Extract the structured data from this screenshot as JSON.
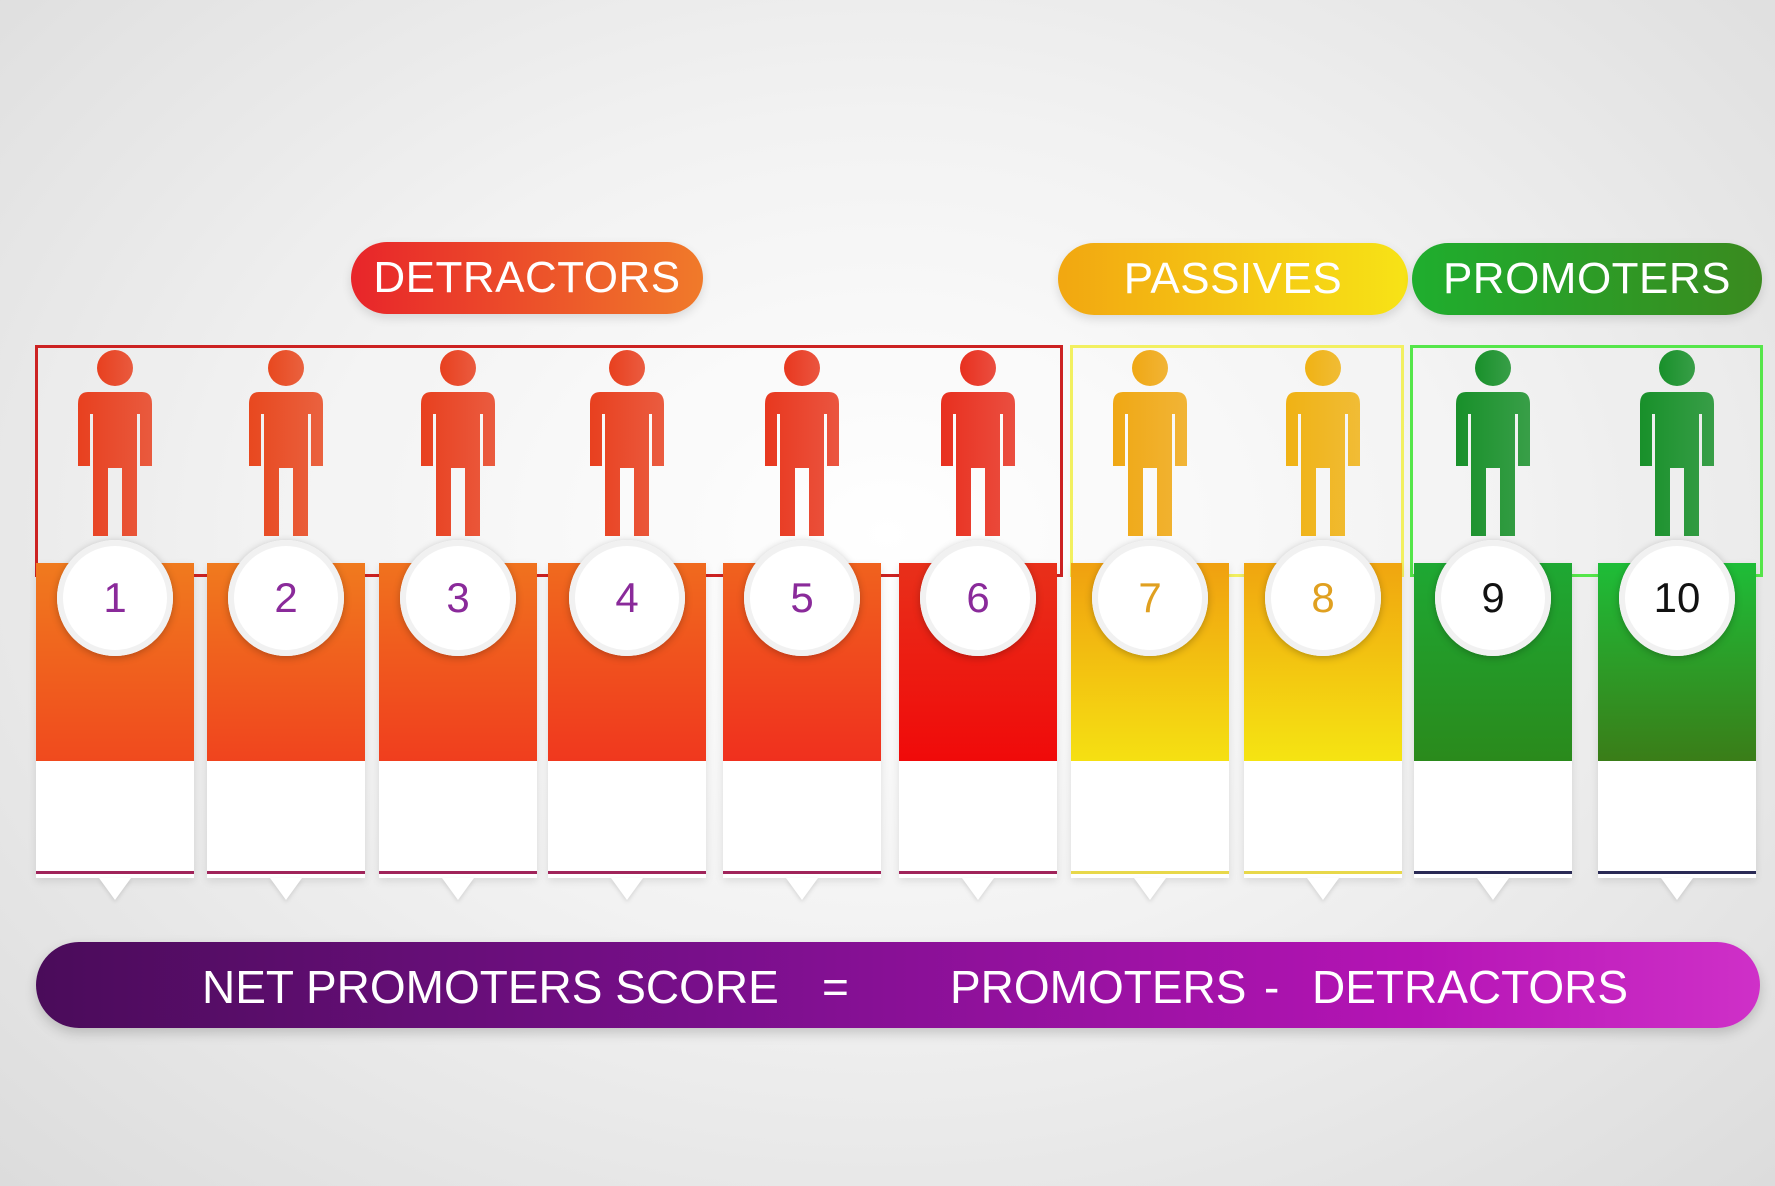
{
  "categories": {
    "detractors": {
      "label": "DETRACTORS",
      "color_from": "#e8252a",
      "color_to": "#f07a2a",
      "box_color": "#cc2222"
    },
    "passives": {
      "label": "PASSIVES",
      "color_from": "#f2a711",
      "color_to": "#f7e316",
      "box_color": "#f2f060"
    },
    "promoters": {
      "label": "PROMOTERS",
      "color_from": "#1fae2e",
      "color_to": "#3a8a1f",
      "box_color": "#55e64a"
    }
  },
  "scores": [
    {
      "value": "1",
      "group": "detractors",
      "person_color": "#e8401f",
      "num_color": "#8a2a9a",
      "fill_top": "#f07a1e",
      "fill_bottom": "#f04a1e"
    },
    {
      "value": "2",
      "group": "detractors",
      "person_color": "#e8481f",
      "num_color": "#8a2a9a",
      "fill_top": "#f07a1e",
      "fill_bottom": "#f0441e"
    },
    {
      "value": "3",
      "group": "detractors",
      "person_color": "#e8401f",
      "num_color": "#8a2a9a",
      "fill_top": "#f0721e",
      "fill_bottom": "#f03e1e"
    },
    {
      "value": "4",
      "group": "detractors",
      "person_color": "#e8401f",
      "num_color": "#8a2a9a",
      "fill_top": "#f06a1e",
      "fill_bottom": "#f0381e"
    },
    {
      "value": "5",
      "group": "detractors",
      "person_color": "#e8381f",
      "num_color": "#8a2a9a",
      "fill_top": "#f0621e",
      "fill_bottom": "#f0301e"
    },
    {
      "value": "6",
      "group": "detractors",
      "person_color": "#e8301f",
      "num_color": "#8a2a9a",
      "fill_top": "#e8301a",
      "fill_bottom": "#f00a0a"
    },
    {
      "value": "7",
      "group": "passives",
      "person_color": "#f0a814",
      "num_color": "#e0a020",
      "fill_top": "#f0a010",
      "fill_bottom": "#f5e012"
    },
    {
      "value": "8",
      "group": "passives",
      "person_color": "#f0b214",
      "num_color": "#e0a020",
      "fill_top": "#f0a510",
      "fill_bottom": "#f5e412"
    },
    {
      "value": "9",
      "group": "promoters",
      "person_color": "#18902a",
      "num_color": "#111111",
      "fill_top": "#1ea833",
      "fill_bottom": "#2a8a1c"
    },
    {
      "value": "10",
      "group": "promoters",
      "person_color": "#18902a",
      "num_color": "#111111",
      "fill_top": "#1ebd38",
      "fill_bottom": "#3a7d18"
    }
  ],
  "formula": {
    "left": "NET PROMOTERS SCORE",
    "equals": "=",
    "term1": "PROMOTERS",
    "minus": "-",
    "term2": "DETRACTORS"
  }
}
